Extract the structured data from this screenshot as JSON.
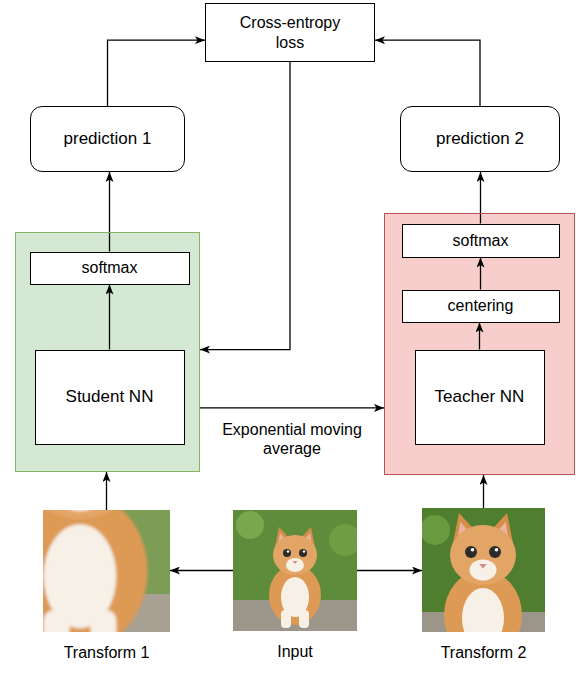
{
  "diagram": {
    "nodes": [
      {
        "text": [
          "Cross-entropy loss"
        ]
      },
      {
        "text": [
          "prediction 1"
        ]
      },
      {
        "text": [
          "prediction 2"
        ]
      },
      {
        "text": []
      },
      {
        "text": [
          "softmax"
        ],
        "in": 3
      },
      {
        "text": [
          "Student NN"
        ],
        "in": 3
      },
      {
        "text": []
      },
      {
        "text": [
          "softmax"
        ],
        "in": 6
      },
      {
        "text": [
          "centering"
        ],
        "in": 6
      },
      {
        "text": [
          "Teacher NN"
        ],
        "in": 6
      },
      {
        "text": [
          "Transform 1"
        ]
      },
      {
        "text": [
          "Input"
        ]
      },
      {
        "text": [
          "Transform 2"
        ]
      }
    ],
    "edges": [
      {
        "from": 1,
        "to": 0,
        "arrow": "to"
      },
      {
        "from": 2,
        "to": 0,
        "arrow": "to"
      },
      {
        "from": 0,
        "to": 3,
        "arrow": "to"
      },
      {
        "from": 3,
        "to": 6,
        "label": "Exponential moving average",
        "arrow": "to"
      },
      {
        "from": 4,
        "to": 1,
        "arrow": "to"
      },
      {
        "from": 5,
        "to": 4,
        "arrow": "to"
      },
      {
        "from": 7,
        "to": 2,
        "arrow": "to"
      },
      {
        "from": 8,
        "to": 7,
        "arrow": "to"
      },
      {
        "from": 9,
        "to": 8,
        "arrow": "to"
      },
      {
        "from": 11,
        "to": 10,
        "arrow": "to"
      },
      {
        "from": 11,
        "to": 12,
        "arrow": "to"
      },
      {
        "from": 10,
        "to": 3,
        "arrow": "to"
      },
      {
        "from": 12,
        "to": 6,
        "arrow": "to"
      }
    ]
  }
}
